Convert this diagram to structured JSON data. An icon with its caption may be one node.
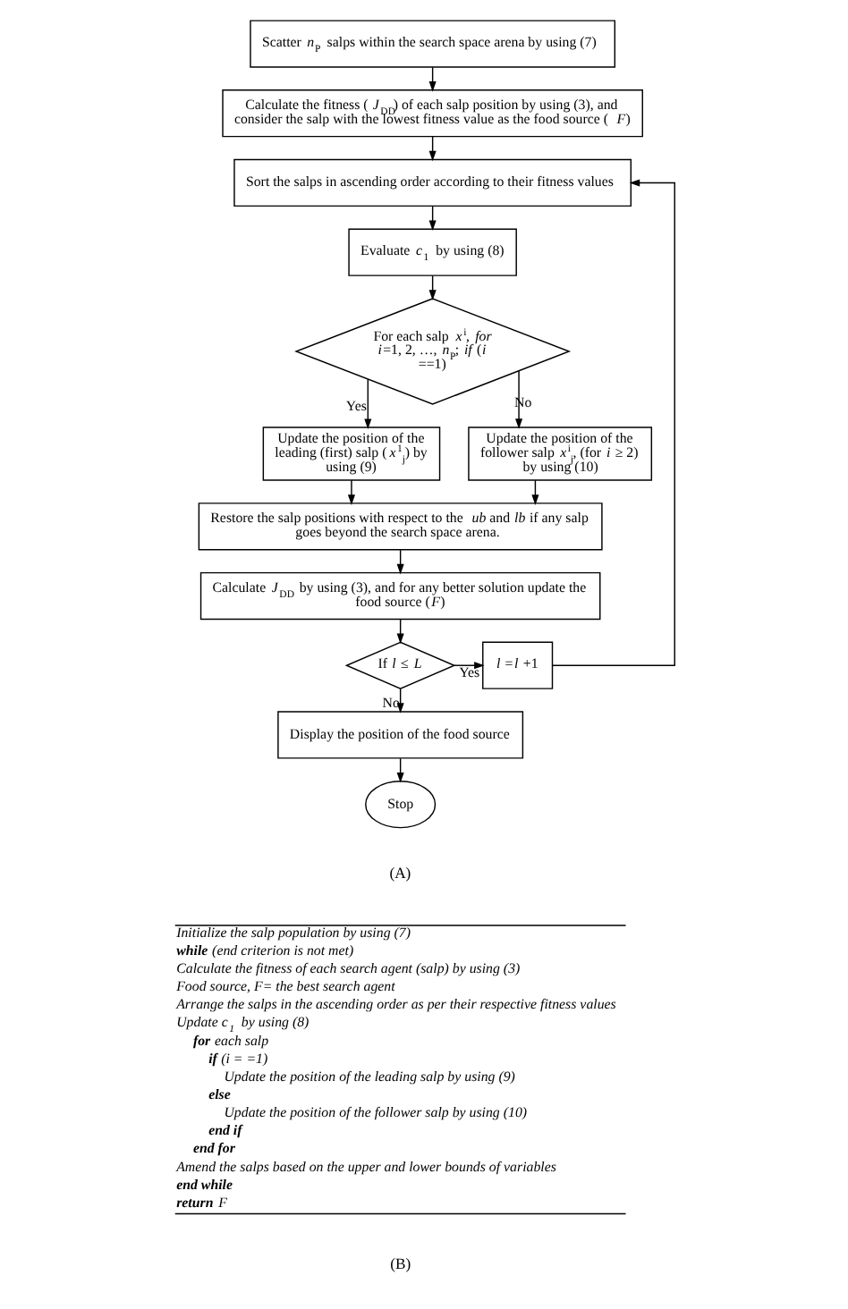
{
  "diagram": {
    "nodes": [
      {
        "text": [
          "Scatter *n*$_{P}$ salps within the search space arena by using (7)"
        ]
      },
      {
        "text": [
          "Calculate the fitness (*J*$_{DD}$) of each salp position by using (3), and consider the salp with the lowest fitness value as the food source (*F*)"
        ]
      },
      {
        "text": [
          "Sort the salps in ascending order according to their fitness values"
        ]
      },
      {
        "text": [
          "Evaluate *c*$_{1}$ by using (8)"
        ]
      },
      {
        "text": [
          "For each salp *x*$^{i}$, *for* *i*=1, 2, …, *n*$_{P}$; *if* (*i* ==1)"
        ]
      },
      {
        "text": [
          "Update the position of the leading (first) salp (*x*$^{1}$$_{j}$) by using (9)"
        ]
      },
      {
        "text": [
          "Update the position of the follower salp *x*$^{i}$$_{j}$, (for *i* ≥ 2) by using (10)"
        ]
      },
      {
        "text": [
          "Restore the salp positions with respect to the *ub* and *lb* if any salp goes beyond the search space arena."
        ]
      },
      {
        "text": [
          "Calculate *J*$_{DD}$ by using (3), and for any better solution update the food source (*F*)"
        ]
      },
      {
        "text": [
          "If *l* ≤ *L*"
        ]
      },
      {
        "text": [
          "*l* =*l* +1"
        ]
      },
      {
        "text": [
          "Display the position of the food source"
        ]
      },
      {
        "text": [
          "Stop"
        ]
      }
    ],
    "edges": [
      {
        "from": 0,
        "to": 1,
        "arrow": "to"
      },
      {
        "from": 1,
        "to": 2,
        "arrow": "to"
      },
      {
        "from": 2,
        "to": 3,
        "arrow": "to"
      },
      {
        "from": 3,
        "to": 4,
        "arrow": "to"
      },
      {
        "from": 4,
        "to": 5,
        "arrow": "to",
        "label": "Yes"
      },
      {
        "from": 4,
        "to": 6,
        "arrow": "to",
        "label": "No"
      },
      {
        "from": 5,
        "to": 7,
        "arrow": "to"
      },
      {
        "from": 6,
        "to": 7,
        "arrow": "to"
      },
      {
        "from": 7,
        "to": 8,
        "arrow": "to"
      },
      {
        "from": 8,
        "to": 9,
        "arrow": "to"
      },
      {
        "from": 9,
        "to": 10,
        "arrow": "to",
        "label": "Yes"
      },
      {
        "from": 10,
        "to": 2,
        "arrow": "to"
      },
      {
        "from": 9,
        "to": 11,
        "arrow": "to",
        "label": "No"
      },
      {
        "from": 11,
        "to": 12,
        "arrow": "to"
      }
    ],
    "labels": [
      "(A)",
      "Initialize the salp population by using (7)",
      "**while** (end criterion is not met)",
      "Calculate the fitness of each search agent (salp) by using (3)",
      "Food source, F= the best search agent",
      "Arrange the salps in the ascending order as per their respective fitness values",
      "Update c$_{1}$ by using (8)",
      "**for** each salp",
      "**if** (i = =1)",
      "Update the position of the leading salp by using (9)",
      "else",
      "Update the position of the follower salp by using (10)",
      "end if",
      "end for",
      "Amend the salps based on the upper and lower bounds of variables",
      "end while",
      "**return** F",
      "(B)"
    ]
  }
}
